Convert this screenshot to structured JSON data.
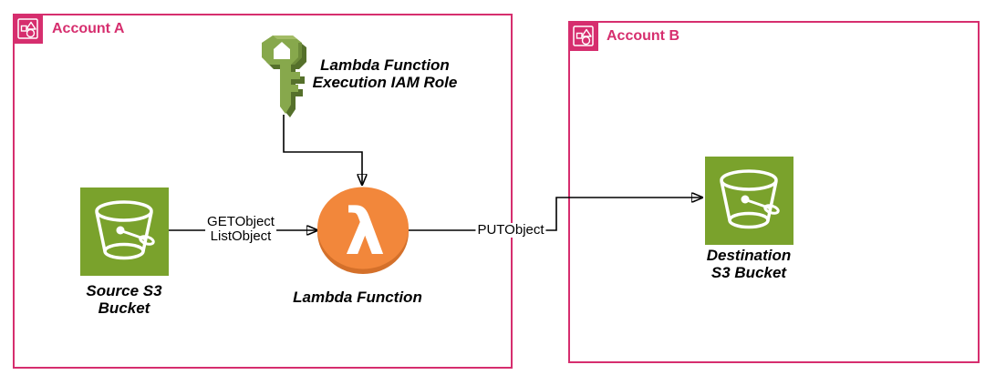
{
  "diagram": {
    "title_hint": "Cross-account S3 copy via Lambda architecture diagram",
    "accounts": [
      {
        "label": "Account A"
      },
      {
        "label": "Account B"
      }
    ],
    "nodes": {
      "iam_role": {
        "label": [
          "Lambda Function",
          "Execution IAM Role"
        ]
      },
      "source_bucket": {
        "label": [
          "Source S3",
          "Bucket"
        ]
      },
      "lambda": {
        "label": "Lambda Function",
        "glyph": "λ"
      },
      "dest_bucket": {
        "label": [
          "Destination",
          "S3 Bucket"
        ]
      }
    },
    "edges": {
      "s3_to_lambda": {
        "label": [
          "GETObject",
          "ListObject"
        ]
      },
      "lambda_to_dest": {
        "label": "PUTObject"
      },
      "role_to_lambda": {
        "label": ""
      }
    },
    "colors": {
      "account_border": "#D62E6E",
      "account_icon_fill": "#D62E6E",
      "bucket_green": "#7AA22C",
      "lambda_orange": "#F2873B",
      "lambda_orange_shadow": "#D4702A",
      "key_green": "#87A84C",
      "key_green_dark": "#55702B",
      "key_green_light": "#A3BC66",
      "connector": "#000000",
      "label_text": "#000000",
      "background": "#FFFFFF"
    }
  }
}
